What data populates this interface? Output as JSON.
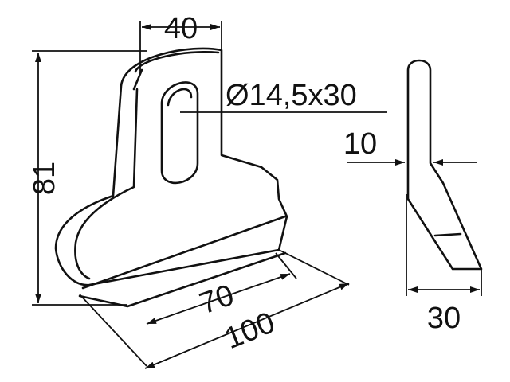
{
  "dimensions": {
    "top_width": "40",
    "slot": "Ø14,5x30",
    "height": "81",
    "thickness": "10",
    "inner_width": "70",
    "outer_width": "100",
    "side_depth": "30"
  },
  "colors": {
    "ink": "#111111",
    "background": "#ffffff"
  }
}
